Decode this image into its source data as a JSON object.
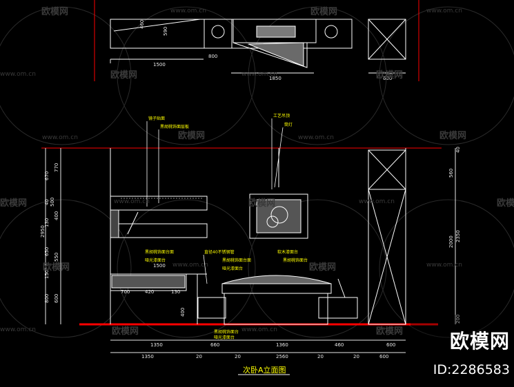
{
  "title": "次卧A立面图",
  "plan_dims": [
    "1500",
    "1850",
    "600",
    "800",
    "590",
    "460"
  ],
  "elevation_top_dims": [
    "1350",
    "660",
    "1360",
    "460",
    "600"
  ],
  "elevation_bot_dims": [
    "1350",
    "20",
    "20",
    "2560",
    "20",
    "20",
    "600"
  ],
  "left_dims": [
    "670",
    "770",
    "40",
    "400",
    "130",
    "500",
    "2950",
    "650",
    "550",
    "150",
    "800",
    "600"
  ],
  "right_dims": [
    "40",
    "560",
    "2000",
    "2350",
    "200"
  ],
  "mid_dims": [
    "700",
    "420",
    "130",
    "1500",
    "400"
  ],
  "labels": {
    "l1": "镜子贴面",
    "l2": "黑胡桃饰面层板",
    "l3": "工艺吊顶",
    "l4": "筒灯",
    "l5": "黑胡桃饰面台面",
    "l6": "哑光漆面台",
    "l7": "直径40不锈钢管",
    "l8": "黑胡桃饰面台面",
    "l9": "哑光漆面台",
    "l10": "软木漆面台",
    "l11": "黑胡桃饰面台",
    "l12": "黑胡桃饰面台",
    "l13": "哑光漆面台"
  },
  "watermarks": [
    "欧模网",
    "www.om.cn"
  ],
  "brand": "欧模网",
  "brand_id": "ID:2286583",
  "colors": {
    "red": "#ff0000",
    "white": "#ffffff",
    "yellow": "#ffff00",
    "dim": "#e8e8e8"
  }
}
